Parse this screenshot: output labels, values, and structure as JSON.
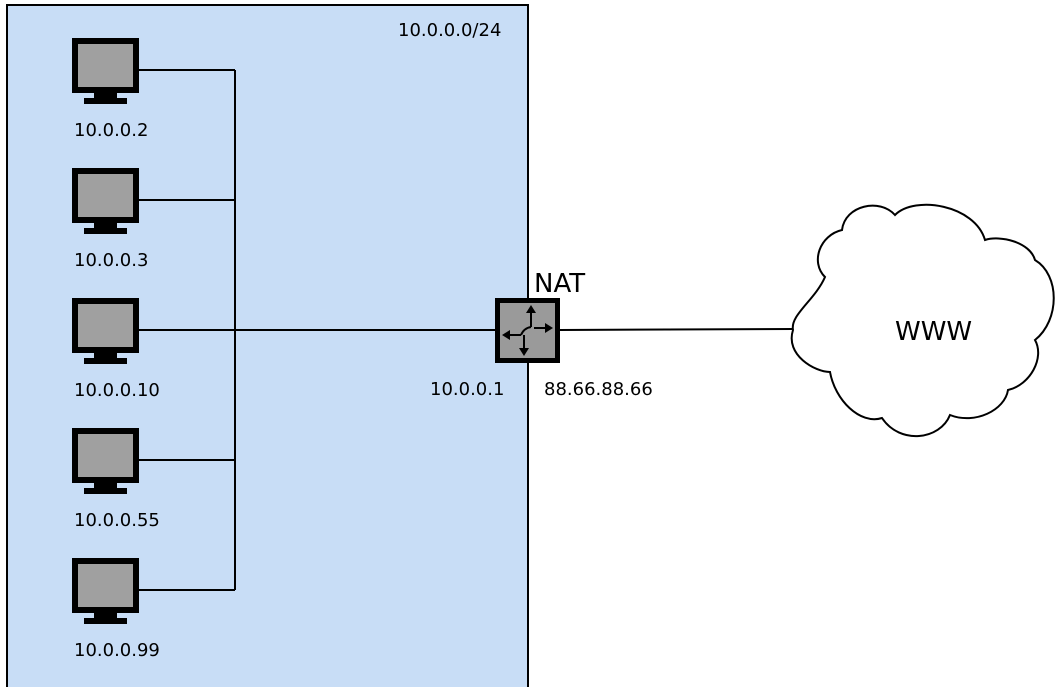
{
  "network": {
    "subnet_label": "10.0.0.0/24",
    "background_color": "#c8ddf6",
    "hosts": [
      {
        "ip": "10.0.0.2"
      },
      {
        "ip": "10.0.0.3"
      },
      {
        "ip": "10.0.0.10"
      },
      {
        "ip": "10.0.0.55"
      },
      {
        "ip": "10.0.0.99"
      }
    ]
  },
  "router": {
    "title": "NAT",
    "inside_ip": "10.0.0.1",
    "outside_ip": "88.66.88.66"
  },
  "internet": {
    "label": "WWW"
  },
  "icons": {
    "host": "computer-monitor-icon",
    "router": "router-arrows-icon",
    "internet": "cloud-icon"
  }
}
